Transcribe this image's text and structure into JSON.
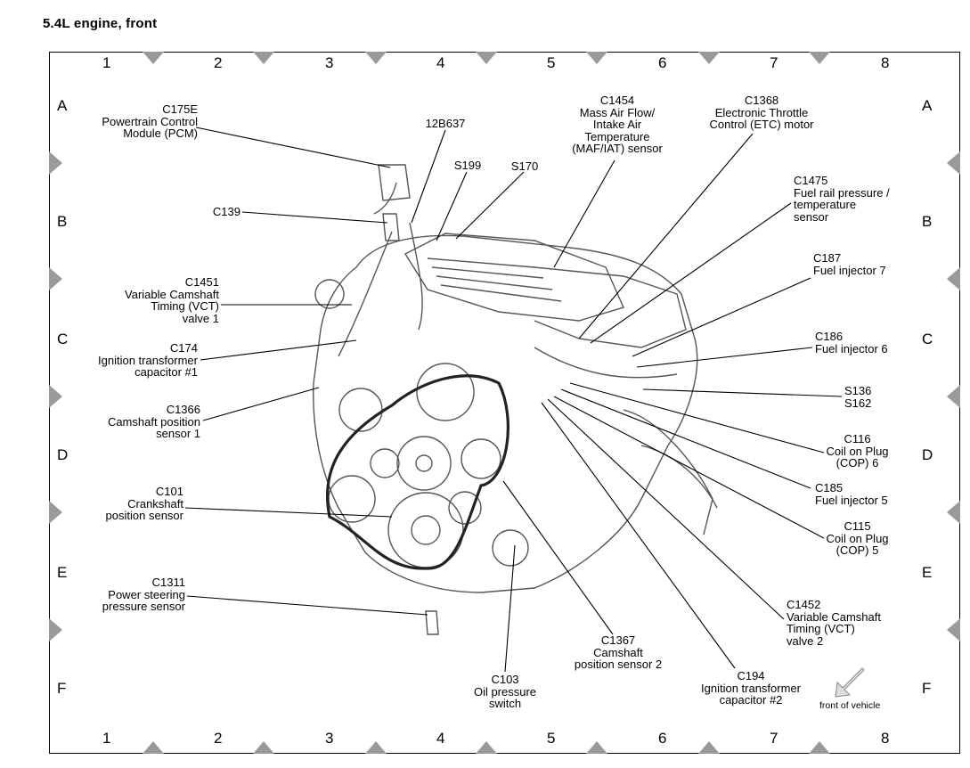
{
  "title": "5.4L  engine,  front",
  "grid": {
    "columns": [
      "1",
      "2",
      "3",
      "4",
      "5",
      "6",
      "7",
      "8"
    ],
    "rows": [
      "A",
      "B",
      "C",
      "D",
      "E",
      "F"
    ]
  },
  "callouts": [
    {
      "id": "c175e",
      "text": "C175E\nPowertrain Control\nModule (PCM)"
    },
    {
      "id": "12b637",
      "text": "12B637"
    },
    {
      "id": "c1454",
      "text": "C1454\nMass Air Flow/\nIntake Air\nTemperature\n(MAF/IAT) sensor"
    },
    {
      "id": "c1368",
      "text": "C1368\nElectronic Throttle\nControl (ETC) motor"
    },
    {
      "id": "s199",
      "text": "S199"
    },
    {
      "id": "s170",
      "text": "S170"
    },
    {
      "id": "c139",
      "text": "C139"
    },
    {
      "id": "c1475",
      "text": "C1475\nFuel rail pressure /\ntemperature\nsensor"
    },
    {
      "id": "c187",
      "text": "C187\nFuel injector 7"
    },
    {
      "id": "c1451",
      "text": "C1451\nVariable Camshaft\nTiming (VCT)\nvalve 1"
    },
    {
      "id": "c174",
      "text": "C174\nIgnition transformer\ncapacitor #1"
    },
    {
      "id": "c186",
      "text": "C186\nFuel injector 6"
    },
    {
      "id": "s136",
      "text": "S136\nS162"
    },
    {
      "id": "c1366",
      "text": "C1366\nCamshaft position\nsensor 1"
    },
    {
      "id": "c116",
      "text": "C116\nCoil on Plug\n(COP) 6"
    },
    {
      "id": "c185",
      "text": "C185\nFuel injector 5"
    },
    {
      "id": "c101",
      "text": "C101\nCrankshaft\nposition sensor"
    },
    {
      "id": "c115",
      "text": "C115\nCoil on Plug\n(COP) 5"
    },
    {
      "id": "c1311",
      "text": "C1311\nPower steering\npressure sensor"
    },
    {
      "id": "c1452",
      "text": "C1452\nVariable Camshaft\nTiming (VCT)\nvalve 2"
    },
    {
      "id": "c1367",
      "text": "C1367\nCamshaft\nposition sensor 2"
    },
    {
      "id": "c103",
      "text": "C103\nOil pressure\nswitch"
    },
    {
      "id": "c194",
      "text": "C194\nIgnition transformer\ncapacitor #2"
    }
  ],
  "front_of_vehicle": "front of vehicle",
  "colors": {
    "line": "#000000",
    "engine": "#555555",
    "marker": "#9a9a9a"
  }
}
